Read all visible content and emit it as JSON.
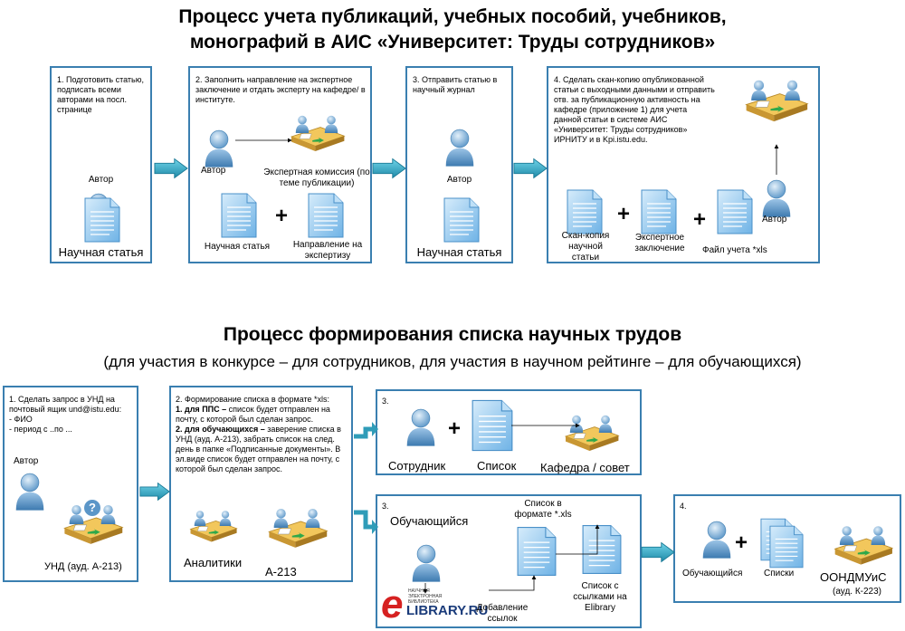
{
  "titles": {
    "top_line1": "Процесс учета публикаций, учебных пособий, учебников,",
    "top_line2": "монографий  в АИС «Университет: Труды сотрудников»",
    "bottom": "Процесс формирования списка научных трудов",
    "bottom_sub": "(для участия в конкурсе – для сотрудников, для участия в научном рейтинге – для обучающихся)"
  },
  "top": {
    "box1": {
      "step": "1. Подготовить статью, подписать всеми авторами на посл. странице",
      "person": "Автор",
      "doc": "Научная статья"
    },
    "box2": {
      "step": "2. Заполнить направление на экспертное заключение и отдать эксперту на кафедре/ в институте.",
      "person": "Автор",
      "commission": "Экспертная комиссия (по теме публикации)",
      "doc1": "Научная статья",
      "doc2": "Направление на экспертизу"
    },
    "box3": {
      "step": "3. Отправить статью в научный журнал",
      "person": "Автор",
      "doc": "Научная статья"
    },
    "box4": {
      "step": "4. Сделать скан-копию опубликованной статьи с выходными данными и отправить отв. за публикационную активность на кафедре (приложение 1) для учета данной статьи в системе АИС «Университет: Труды сотрудников» ИРНИТУ и в Kpi.istu.edu.",
      "doc1": "Скан-копия научной статьи",
      "doc2": "Экспертное заключение",
      "doc3": "Файл учета *xls",
      "person": "Автор"
    }
  },
  "bottom": {
    "box1": {
      "step": "1. Сделать запрос в УНД на почтовый ящик und@istu.edu:\n- ФИО\n- период с ..по ...",
      "person": "Автор",
      "desk": "УНД (ауд. А-213)"
    },
    "box2": {
      "step_head": "2. Формирование списка в формате *xls:",
      "ppc_b": "1. для ППС –",
      "ppc": " список будет отправлен на почту, с которой был сделан запрос.",
      "stud_b": "2. для обучающихся –",
      "stud": " заверение списка в УНД (ауд. А-213),  забрать список на след. день в папке «Подписанные документы». В эл.виде список будет отправлен на почту, с которой был сделан запрос.",
      "analytics": "Аналитики",
      "room": "А-213"
    },
    "box3a": {
      "step": "3.",
      "person": "Сотрудник",
      "doc": "Список",
      "dept": "Кафедра / совет"
    },
    "box3b": {
      "step": "3.",
      "person": "Обучающийся",
      "doc": "Список в формате *.xls",
      "add": "Добавление ссылок",
      "result": "Список с ссылками на Elibrary",
      "elib_small": "НАУЧНАЯ ЭЛЕКТРОННАЯ БИБЛИОТЕКА",
      "elib_big": "LIBRARY.RU",
      "elib_e": "e"
    },
    "box4": {
      "step": "4.",
      "person": "Обучающийся",
      "doc": "Списки",
      "org": "ООНДМУиС",
      "room": "(ауд. К-223)"
    }
  },
  "colors": {
    "border": "#3a7fb0",
    "arrow": "#2f9cb8",
    "doc": "#6fb3e6",
    "person": "#5b96c8"
  }
}
